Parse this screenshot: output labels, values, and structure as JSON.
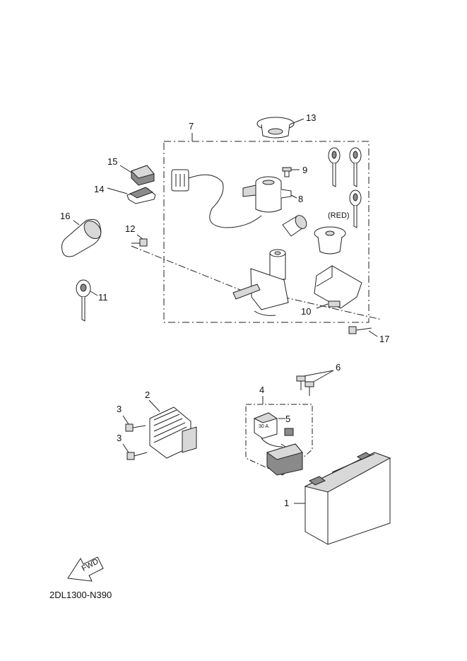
{
  "diagram": {
    "callouts": {
      "p1": "1",
      "p2": "2",
      "p3a": "3",
      "p3b": "3",
      "p4": "4",
      "p5": "5",
      "p6": "6",
      "p7": "7",
      "p8": "8",
      "p9": "9",
      "p10": "10",
      "p11": "11",
      "p12": "12",
      "p13": "13",
      "p14": "14",
      "p15": "15",
      "p16": "16",
      "p17": "17"
    },
    "red_note": "(RED)",
    "fuse_label": "30 A",
    "fwd_label": "FWD",
    "drawing_code": "2DL1300-N390"
  }
}
